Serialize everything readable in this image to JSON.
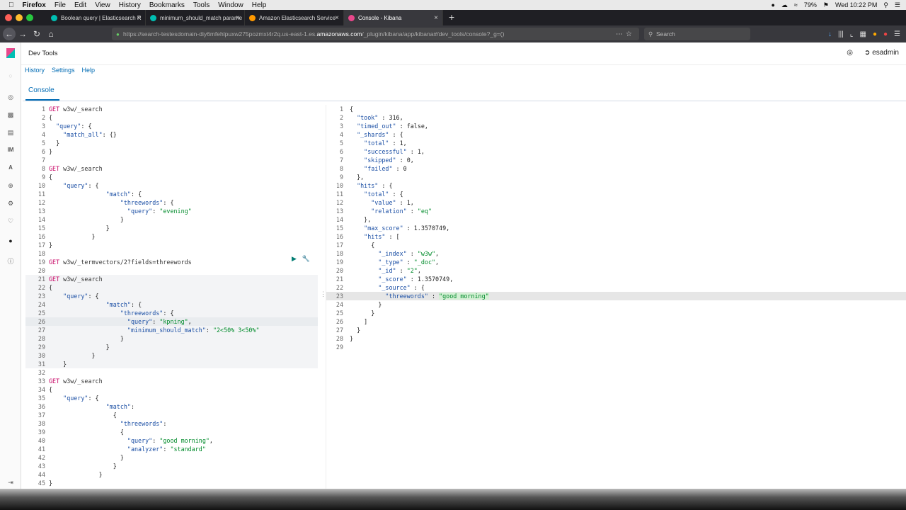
{
  "menubar": {
    "items": [
      "Firefox",
      "File",
      "Edit",
      "View",
      "History",
      "Bookmarks",
      "Tools",
      "Window",
      "Help"
    ],
    "battery": "79%",
    "clock": "Wed 10:22 PM"
  },
  "tabs": [
    {
      "label": "Boolean query | Elasticsearch R",
      "color": "#00bfb3"
    },
    {
      "label": "minimum_should_match parame",
      "color": "#00bfb3"
    },
    {
      "label": "Amazon Elasticsearch Service",
      "color": "#f90"
    },
    {
      "label": "Console - Kibana",
      "color": "#e8478b"
    }
  ],
  "nav": {
    "url_prefix": "https://search-testesdomain-diy6mfehlpuxw275pozmxt4r2q.us-east-1.es.",
    "url_domain": "amazonaws.com",
    "url_suffix": "/_plugin/kibana/app/kibana#/dev_tools/console?_g=()",
    "search_placeholder": "Search"
  },
  "header": {
    "title": "Dev Tools",
    "user": "esadmin"
  },
  "topnav": [
    "History",
    "Settings",
    "Help"
  ],
  "console_tab": "Console",
  "left_nav_icons": [
    "compass-icon",
    "chart-icon",
    "dashboard-icon",
    "IM",
    "A",
    "maps-icon",
    "gear-icon",
    "heartbeat-icon",
    "user-icon",
    "info-icon"
  ],
  "request_lines": [
    [
      {
        "t": "GET ",
        "c": "kw"
      },
      {
        "t": "w3w/_search",
        "c": "url"
      }
    ],
    [
      {
        "t": "{",
        "c": "punc"
      }
    ],
    [
      {
        "t": "  \"query\"",
        "c": "key"
      },
      {
        "t": ": {",
        "c": "punc"
      }
    ],
    [
      {
        "t": "    \"match_all\"",
        "c": "key"
      },
      {
        "t": ": {}",
        "c": "punc"
      }
    ],
    [
      {
        "t": "  }",
        "c": "punc"
      }
    ],
    [
      {
        "t": "}",
        "c": "punc"
      }
    ],
    [],
    [
      {
        "t": "GET ",
        "c": "kw"
      },
      {
        "t": "w3w/_search",
        "c": "url"
      }
    ],
    [
      {
        "t": "{",
        "c": "punc"
      }
    ],
    [
      {
        "t": "    \"query\"",
        "c": "key"
      },
      {
        "t": ": {",
        "c": "punc"
      }
    ],
    [
      {
        "t": "                \"match\"",
        "c": "key"
      },
      {
        "t": ": {",
        "c": "punc"
      }
    ],
    [
      {
        "t": "                    \"threewords\"",
        "c": "key"
      },
      {
        "t": ": {",
        "c": "punc"
      }
    ],
    [
      {
        "t": "                      \"query\"",
        "c": "key"
      },
      {
        "t": ": ",
        "c": "punc"
      },
      {
        "t": "\"evening\"",
        "c": "str"
      }
    ],
    [
      {
        "t": "                    }",
        "c": "punc"
      }
    ],
    [
      {
        "t": "                }",
        "c": "punc"
      }
    ],
    [
      {
        "t": "            }",
        "c": "punc"
      }
    ],
    [
      {
        "t": "}",
        "c": "punc"
      }
    ],
    [],
    [
      {
        "t": "GET ",
        "c": "kw"
      },
      {
        "t": "w3w/_termvectors/2?fields=threewords",
        "c": "url"
      }
    ],
    [],
    [
      {
        "t": "GET ",
        "c": "kw"
      },
      {
        "t": "w3w/_search",
        "c": "url"
      }
    ],
    [
      {
        "t": "{",
        "c": "punc"
      }
    ],
    [
      {
        "t": "    \"query\"",
        "c": "key"
      },
      {
        "t": ": {",
        "c": "punc"
      }
    ],
    [
      {
        "t": "                \"match\"",
        "c": "key"
      },
      {
        "t": ": {",
        "c": "punc"
      }
    ],
    [
      {
        "t": "                    \"threewords\"",
        "c": "key"
      },
      {
        "t": ": {",
        "c": "punc"
      }
    ],
    [
      {
        "t": "                      \"query\"",
        "c": "key"
      },
      {
        "t": ": ",
        "c": "punc"
      },
      {
        "t": "\"kpning\"",
        "c": "str"
      },
      {
        "t": ",",
        "c": "punc"
      }
    ],
    [
      {
        "t": "                      \"minimum_should_match\"",
        "c": "key"
      },
      {
        "t": ": ",
        "c": "punc"
      },
      {
        "t": "\"2<50% 3<50%\"",
        "c": "str"
      }
    ],
    [
      {
        "t": "                    }",
        "c": "punc"
      }
    ],
    [
      {
        "t": "                }",
        "c": "punc"
      }
    ],
    [
      {
        "t": "            }",
        "c": "punc"
      }
    ],
    [
      {
        "t": "    }",
        "c": "punc"
      }
    ],
    [],
    [
      {
        "t": "GET ",
        "c": "kw"
      },
      {
        "t": "w3w/_search",
        "c": "url"
      }
    ],
    [
      {
        "t": "{",
        "c": "punc"
      }
    ],
    [
      {
        "t": "    \"query\"",
        "c": "key"
      },
      {
        "t": ": {",
        "c": "punc"
      }
    ],
    [
      {
        "t": "                \"match\"",
        "c": "key"
      },
      {
        "t": ":",
        "c": "punc"
      }
    ],
    [
      {
        "t": "                  {",
        "c": "punc"
      }
    ],
    [
      {
        "t": "                    \"threewords\"",
        "c": "key"
      },
      {
        "t": ":",
        "c": "punc"
      }
    ],
    [
      {
        "t": "                    {",
        "c": "punc"
      }
    ],
    [
      {
        "t": "                      \"query\"",
        "c": "key"
      },
      {
        "t": ": ",
        "c": "punc"
      },
      {
        "t": "\"good morning\"",
        "c": "str"
      },
      {
        "t": ",",
        "c": "punc"
      }
    ],
    [
      {
        "t": "                      \"analyzer\"",
        "c": "key"
      },
      {
        "t": ": ",
        "c": "punc"
      },
      {
        "t": "\"standard\"",
        "c": "str"
      }
    ],
    [
      {
        "t": "                    }",
        "c": "punc"
      }
    ],
    [
      {
        "t": "                  }",
        "c": "punc"
      }
    ],
    [
      {
        "t": "              }",
        "c": "punc"
      }
    ],
    [
      {
        "t": "}",
        "c": "punc"
      }
    ]
  ],
  "response_lines": [
    [
      {
        "t": "{",
        "c": "punc"
      }
    ],
    [
      {
        "t": "  \"took\"",
        "c": "key"
      },
      {
        "t": " : 316,",
        "c": "punc"
      }
    ],
    [
      {
        "t": "  \"timed_out\"",
        "c": "key"
      },
      {
        "t": " : false,",
        "c": "punc"
      }
    ],
    [
      {
        "t": "  \"_shards\"",
        "c": "key"
      },
      {
        "t": " : {",
        "c": "punc"
      }
    ],
    [
      {
        "t": "    \"total\"",
        "c": "key"
      },
      {
        "t": " : 1,",
        "c": "punc"
      }
    ],
    [
      {
        "t": "    \"successful\"",
        "c": "key"
      },
      {
        "t": " : 1,",
        "c": "punc"
      }
    ],
    [
      {
        "t": "    \"skipped\"",
        "c": "key"
      },
      {
        "t": " : 0,",
        "c": "punc"
      }
    ],
    [
      {
        "t": "    \"failed\"",
        "c": "key"
      },
      {
        "t": " : 0",
        "c": "punc"
      }
    ],
    [
      {
        "t": "  },",
        "c": "punc"
      }
    ],
    [
      {
        "t": "  \"hits\"",
        "c": "key"
      },
      {
        "t": " : {",
        "c": "punc"
      }
    ],
    [
      {
        "t": "    \"total\"",
        "c": "key"
      },
      {
        "t": " : {",
        "c": "punc"
      }
    ],
    [
      {
        "t": "      \"value\"",
        "c": "key"
      },
      {
        "t": " : 1,",
        "c": "punc"
      }
    ],
    [
      {
        "t": "      \"relation\"",
        "c": "key"
      },
      {
        "t": " : ",
        "c": "punc"
      },
      {
        "t": "\"eq\"",
        "c": "str"
      }
    ],
    [
      {
        "t": "    },",
        "c": "punc"
      }
    ],
    [
      {
        "t": "    \"max_score\"",
        "c": "key"
      },
      {
        "t": " : 1.3570749,",
        "c": "punc"
      }
    ],
    [
      {
        "t": "    \"hits\"",
        "c": "key"
      },
      {
        "t": " : [",
        "c": "punc"
      }
    ],
    [
      {
        "t": "      {",
        "c": "punc"
      }
    ],
    [
      {
        "t": "        \"_index\"",
        "c": "key"
      },
      {
        "t": " : ",
        "c": "punc"
      },
      {
        "t": "\"w3w\"",
        "c": "str"
      },
      {
        "t": ",",
        "c": "punc"
      }
    ],
    [
      {
        "t": "        \"_type\"",
        "c": "key"
      },
      {
        "t": " : ",
        "c": "punc"
      },
      {
        "t": "\"_doc\"",
        "c": "str"
      },
      {
        "t": ",",
        "c": "punc"
      }
    ],
    [
      {
        "t": "        \"_id\"",
        "c": "key"
      },
      {
        "t": " : ",
        "c": "punc"
      },
      {
        "t": "\"2\"",
        "c": "str"
      },
      {
        "t": ",",
        "c": "punc"
      }
    ],
    [
      {
        "t": "        \"_score\"",
        "c": "key"
      },
      {
        "t": " : 1.3570749,",
        "c": "punc"
      }
    ],
    [
      {
        "t": "        \"_source\"",
        "c": "key"
      },
      {
        "t": " : {",
        "c": "punc"
      }
    ],
    [
      {
        "t": "          \"threewords\"",
        "c": "key"
      },
      {
        "t": " : ",
        "c": "punc"
      },
      {
        "t": "\"good morning\"",
        "c": "strhl"
      }
    ],
    [
      {
        "t": "        }",
        "c": "punc"
      }
    ],
    [
      {
        "t": "      }",
        "c": "punc"
      }
    ],
    [
      {
        "t": "    ]",
        "c": "punc"
      }
    ],
    [
      {
        "t": "  }",
        "c": "punc"
      }
    ],
    [
      {
        "t": "}",
        "c": "punc"
      }
    ],
    []
  ]
}
